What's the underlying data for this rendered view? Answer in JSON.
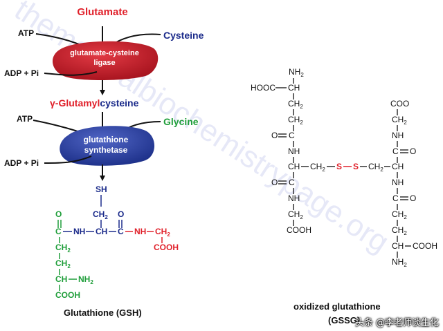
{
  "colors": {
    "red": "#e0202a",
    "blue": "#1a2a8a",
    "green": "#1f9e3a",
    "black": "#111111",
    "ligase_fill": "#c8202c",
    "synthetase_fill": "#2e45a8",
    "watermark": "#c9cdee"
  },
  "pathway": {
    "glutamate": "Glutamate",
    "atp1": "ATP",
    "cysteine": "Cysteine",
    "ligase_line1": "glutamate-cysteine",
    "ligase_line2": "ligase",
    "adp1": "ADP + Pi",
    "gamma_glutamyl": "γ-Glutamyl",
    "cysteine_suffix": "cysteine",
    "atp2": "ATP",
    "glycine": "Glycine",
    "synthetase_line1": "glutathione",
    "synthetase_line2": "synthetase",
    "adp2": "ADP + Pi"
  },
  "gsh": {
    "sh": "SH",
    "ch2_cys": "CH",
    "ch2_cys_sub": "2",
    "o_glu": "O",
    "o_cys": "O",
    "c_glu": "C",
    "nh1": "NH",
    "ch_cys": "CH",
    "c_cys": "C",
    "nh2": "NH",
    "ch2_gly": "CH",
    "ch2_gly_sub": "2",
    "cooh_gly": "COOH",
    "ch2_a": "CH",
    "ch2_a_sub": "2",
    "ch2_b": "CH",
    "ch2_b_sub": "2",
    "ch_nh2": "CH",
    "nh2_glu": "NH",
    "nh2_glu_sub": "2",
    "cooh_glu": "COOH",
    "caption": "Glutathione (GSH)"
  },
  "gssg": {
    "nh2_top": "NH",
    "nh2_top_sub": "2",
    "hooc": "HOOC",
    "ch_top": "CH",
    "ch2_1": "CH",
    "ch2_1_sub": "2",
    "ch2_2": "CH",
    "ch2_2_sub": "2",
    "o_l1": "O",
    "c_l1": "C",
    "nh_l1": "NH",
    "ch_l": "CH",
    "ch2_l": "CH",
    "ch2_l_sub": "2",
    "s1": "S",
    "s2": "S",
    "ch2_r": "CH",
    "ch2_r_sub": "2",
    "ch_r": "CH",
    "o_l2": "O",
    "c_l2": "C",
    "nh_l2": "NH",
    "ch2_l3": "CH",
    "ch2_l3_sub": "2",
    "cooh_l": "COOH",
    "coo_r": "COO",
    "ch2_r1": "CH",
    "ch2_r1_sub": "2",
    "nh_r1": "NH",
    "c_r1": "C",
    "o_r1": "O",
    "nh_r2": "NH",
    "c_r2": "C",
    "o_r2": "O",
    "ch2_r2": "CH",
    "ch2_r2_sub": "2",
    "ch2_r3": "CH",
    "ch2_r3_sub": "2",
    "ch_bottom": "CH",
    "cooh_r": "COOH",
    "nh2_bottom": "NH",
    "nh2_bottom_sub": "2",
    "caption_line1": "oxidized glutathione",
    "caption_line2": "(GSSG)"
  },
  "watermark": "themedicalbiochemistrypage.org",
  "credit": "头条 @李老师谈生化"
}
